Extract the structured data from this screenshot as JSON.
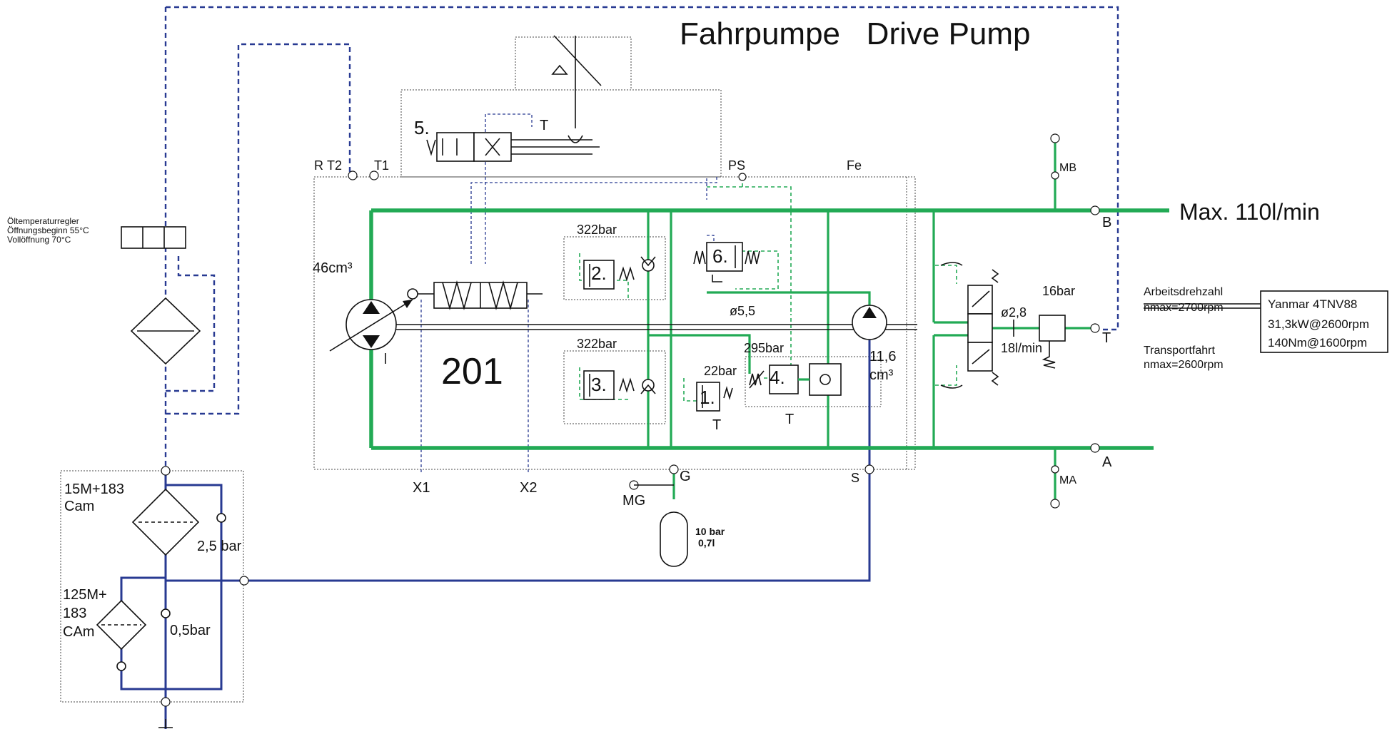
{
  "title": "Fahrpumpe   Drive Pump",
  "flow_label": "Max. 110l/min",
  "pump_number": "201",
  "displacement_main": "46cm³",
  "displacement_charge_1": "11,6",
  "displacement_charge_2": "cm³",
  "oil_temp": {
    "line1": "Öltemperaturregler",
    "line2": "Öffnungsbeginn 55°C",
    "line3": "Vollöffnung 70°C"
  },
  "ports": {
    "R": "R",
    "T2": "T2",
    "T1": "T1",
    "PS": "PS",
    "Fe": "Fe",
    "MB": "MB",
    "B": "B",
    "T": "T",
    "A": "A",
    "MA": "MA",
    "X1": "X1",
    "X2": "X2",
    "G": "G",
    "MG": "MG",
    "S": "S"
  },
  "valves": {
    "v1": "1.",
    "v2": "2.",
    "v3": "3.",
    "v4": "4.",
    "v5": "5.",
    "v6": "6.",
    "p2": "322bar",
    "p3": "322bar",
    "p1": "22bar",
    "p4": "295bar",
    "p16": "16bar",
    "orifice_a": "ø5,5",
    "orifice_b": "ø2,8",
    "flow_small": "18l/min",
    "t5": "T",
    "t1": "T",
    "t4": "T"
  },
  "accumulator": {
    "pressure": "10 bar",
    "volume": "0,7l"
  },
  "filters": {
    "f1_line1": "15M+183",
    "f1_line2": "Cam",
    "f1_bypass": "2,5 bar",
    "f2_line1": "125M+",
    "f2_line2": "183",
    "f2_line3": "CAm",
    "f2_bypass": "0,5bar"
  },
  "engine": {
    "work_label": "Arbeitsdrehzahl",
    "work_rpm": "nmax=2700rpm",
    "transport_label": "Transportfahrt",
    "transport_rpm": "nmax=2600rpm",
    "model": "Yanmar 4TNV88",
    "power": "31,3kW@2600rpm",
    "torque": "140Nm@1600rpm"
  },
  "colors": {
    "green": "#22aa55",
    "blue": "#283a92"
  }
}
